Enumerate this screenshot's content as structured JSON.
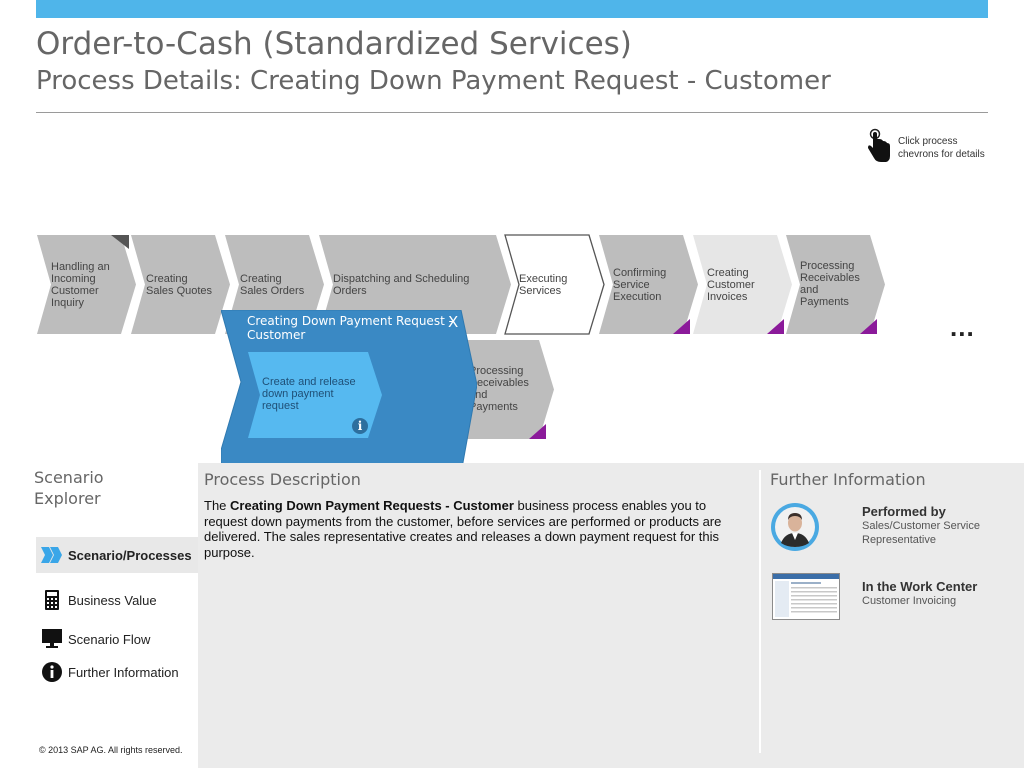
{
  "header": {
    "title": "Order-to-Cash (Standardized Services)",
    "subtitle": "Process Details: Creating Down Payment Request - Customer"
  },
  "hint": {
    "line1": "Click process",
    "line2": "chevrons for details",
    "icon": "pointing-hand-icon"
  },
  "chevrons": [
    {
      "lines": [
        "Handling an",
        "Incoming",
        "Customer",
        "Inquiry"
      ]
    },
    {
      "lines": [
        "Creating",
        "Sales Quotes"
      ]
    },
    {
      "lines": [
        "Creating",
        "Sales Orders"
      ]
    },
    {
      "lines": [
        "Dispatching and Scheduling",
        "Orders"
      ]
    },
    {
      "lines": [
        "Executing",
        "Services"
      ]
    },
    {
      "lines": [
        "Confirming",
        "Service",
        "Execution"
      ]
    },
    {
      "lines": [
        "Creating",
        "Customer",
        "Invoices"
      ]
    },
    {
      "lines": [
        "Processing",
        "Receivables",
        "and",
        "Payments"
      ]
    }
  ],
  "chevron_second_row": {
    "lines": [
      "Processing",
      "Receivables",
      "and",
      "Payments"
    ]
  },
  "more": "...",
  "popup": {
    "title_line1": "Creating Down Payment Request -",
    "title_line2": "Customer",
    "close": "X",
    "step_lines": [
      "Create and release",
      "down payment",
      "request"
    ],
    "info": "i"
  },
  "explorer": {
    "title_line1": "Scenario",
    "title_line2": "Explorer",
    "items": [
      {
        "label": "Scenario/Processes",
        "icon": "double-chevron-icon",
        "active": true
      },
      {
        "label": "Business Value",
        "icon": "calculator-icon",
        "active": false
      },
      {
        "label": "Scenario Flow",
        "icon": "monitor-icon",
        "active": false
      },
      {
        "label": "Further Information",
        "icon": "info-icon",
        "active": false
      }
    ]
  },
  "process_description": {
    "title": "Process Description",
    "text_before": "The ",
    "text_bold": "Creating Down Payment Requests - Customer",
    "text_after": " business process enables you to request down payments from the customer, before services are performed or products are delivered. The sales representative creates and releases a down payment request for this purpose."
  },
  "further_information": {
    "title": "Further Information",
    "performed_by_heading": "Performed by",
    "performed_by_line1": "Sales/Customer Service",
    "performed_by_line2": "Representative",
    "work_center_heading": "In the Work Center",
    "work_center_value": "Customer Invoicing"
  },
  "footer": {
    "copyright": "©  2013 SAP AG. All rights reserved."
  },
  "colors": {
    "accent_bar": "#4fb5ea",
    "chevron_gray": "#bdbdbd",
    "chevron_light": "#e6e6e6",
    "popup_blue": "#3a89c4",
    "popup_step": "#56b9f0",
    "corner_purple": "#8b1a9a",
    "panel_gray": "#ebebeb"
  }
}
